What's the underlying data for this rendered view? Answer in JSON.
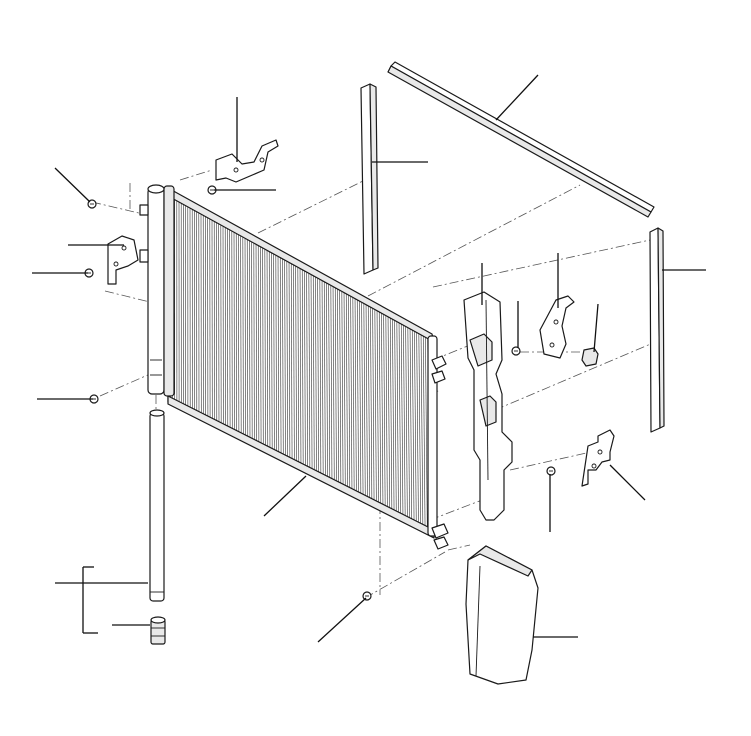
{
  "diagram": {
    "type": "exploded-parts-view",
    "labels_printed": false,
    "colors": {
      "background": "#ffffff",
      "line": "#1a1a1a",
      "shading": "#e9e9e9",
      "leader": "#111111",
      "phantom": "#555555"
    },
    "parts": [
      "condenser",
      "receiver-drier-tube",
      "drier-plug",
      "top-foam-strip",
      "left-foam-strip",
      "right-foam-strip",
      "air-guide-right",
      "air-deflector-lower",
      "upper-bracket",
      "left-bracket",
      "right-bracket",
      "small-bracket",
      "clip",
      "screws"
    ]
  }
}
